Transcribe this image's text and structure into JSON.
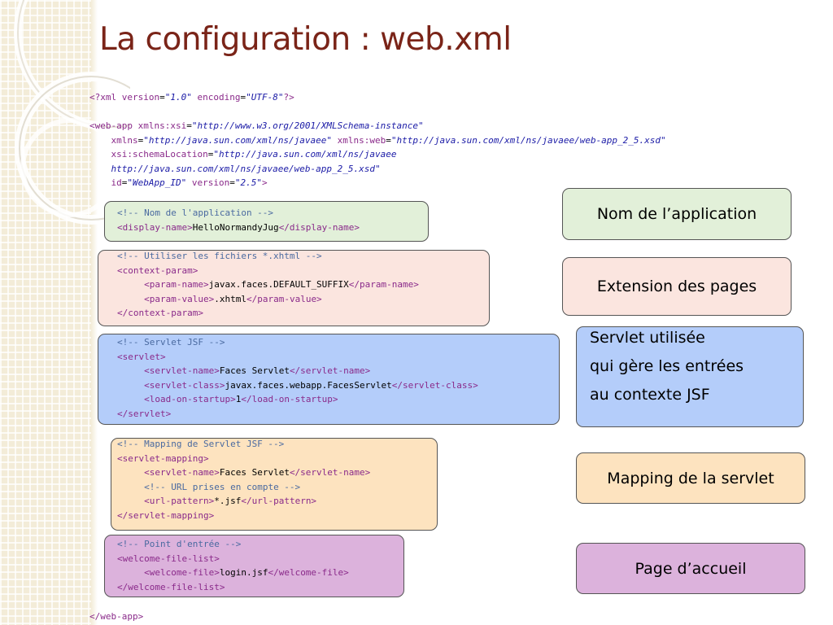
{
  "slide": {
    "title": "La configuration : web.xml"
  },
  "code": {
    "xml_decl": {
      "open": "<?xml",
      "attr1": " version",
      "eq1": "=",
      "val1": "\"1.0\"",
      "attr2": " encoding",
      "eq2": "=",
      "val2": "\"UTF-8\"",
      "close": "?>"
    },
    "webapp_open": {
      "tag": "<web-app",
      "a1": " xmlns:xsi",
      "v1": "\"http://www.w3.org/2001/XMLSchema-instance\"",
      "a2": "xmlns",
      "v2": "\"http://java.sun.com/xml/ns/javaee\"",
      "a3": " xmlns:web",
      "v3": "\"http://java.sun.com/xml/ns/javaee/web-app_2_5.xsd\"",
      "a4": "xsi:schemaLocation",
      "v4a": "\"http://java.sun.com/xml/ns/javaee",
      "v4b": "http://java.sun.com/xml/ns/javaee/web-app_2_5.xsd\"",
      "a5": "id",
      "v5": "\"WebApp_ID\"",
      "a6": " version",
      "v6": "\"2.5\"",
      "close": ">"
    },
    "display_block": {
      "comment": "<!-- Nom de l'application -->",
      "open_tag": "<display-name>",
      "value": "HelloNormandyJug",
      "close_tag": "</display-name>"
    },
    "context_block": {
      "comment": "<!-- Utiliser les fichiers *.xhtml -->",
      "open": "<context-param>",
      "pname_open": "<param-name>",
      "pname_value": "javax.faces.DEFAULT_SUFFIX",
      "pname_close": "</param-name>",
      "pvalue_open": "<param-value>",
      "pvalue_value": ".xhtml",
      "pvalue_close": "</param-value>",
      "close": "</context-param>"
    },
    "servlet_block": {
      "comment": "<!-- Servlet JSF -->",
      "open": "<servlet>",
      "name_open": "<servlet-name>",
      "name_value": "Faces Servlet",
      "name_close": "</servlet-name>",
      "class_open": "<servlet-class>",
      "class_value": "javax.faces.webapp.FacesServlet",
      "class_close": "</servlet-class>",
      "load_open": "<load-on-startup>",
      "load_value": "1",
      "load_close": "</load-on-startup>",
      "close": "</servlet>"
    },
    "mapping_block": {
      "comment": "<!-- Mapping de Servlet JSF -->",
      "open": "<servlet-mapping>",
      "name_open": "<servlet-name>",
      "name_value": "Faces Servlet",
      "name_close": "</servlet-name>",
      "url_comment": "<!-- URL prises en compte -->",
      "url_open": "<url-pattern>",
      "url_value": "*.jsf",
      "url_close": "</url-pattern>",
      "close": "</servlet-mapping>"
    },
    "welcome_block": {
      "comment": "<!-- Point d'entrée -->",
      "open": "<welcome-file-list>",
      "file_open": "<welcome-file>",
      "file_value": "login.jsf",
      "file_close": "</welcome-file>",
      "close": "</welcome-file-list>"
    },
    "webapp_close": "</web-app>"
  },
  "labels": {
    "display": "Nom de l’application",
    "extension": "Extension des pages",
    "servlet_line1": "Servlet utilisée",
    "servlet_line2": "qui gère les entrées",
    "servlet_line3": "au contexte JSF",
    "mapping": "Mapping de la servlet",
    "welcome": "Page d’accueil"
  },
  "colors": {
    "title": "#7a2418",
    "green_box": "#e2f0d9",
    "pink_box": "#fbe5df",
    "blue_box": "#b4cdfa",
    "orange_box": "#fde3bf",
    "purple_box": "#dcb2dc",
    "xml_tag": "#8a2a8a",
    "xml_value": "#1a1aa6",
    "xml_comment": "#4a6aa0"
  }
}
